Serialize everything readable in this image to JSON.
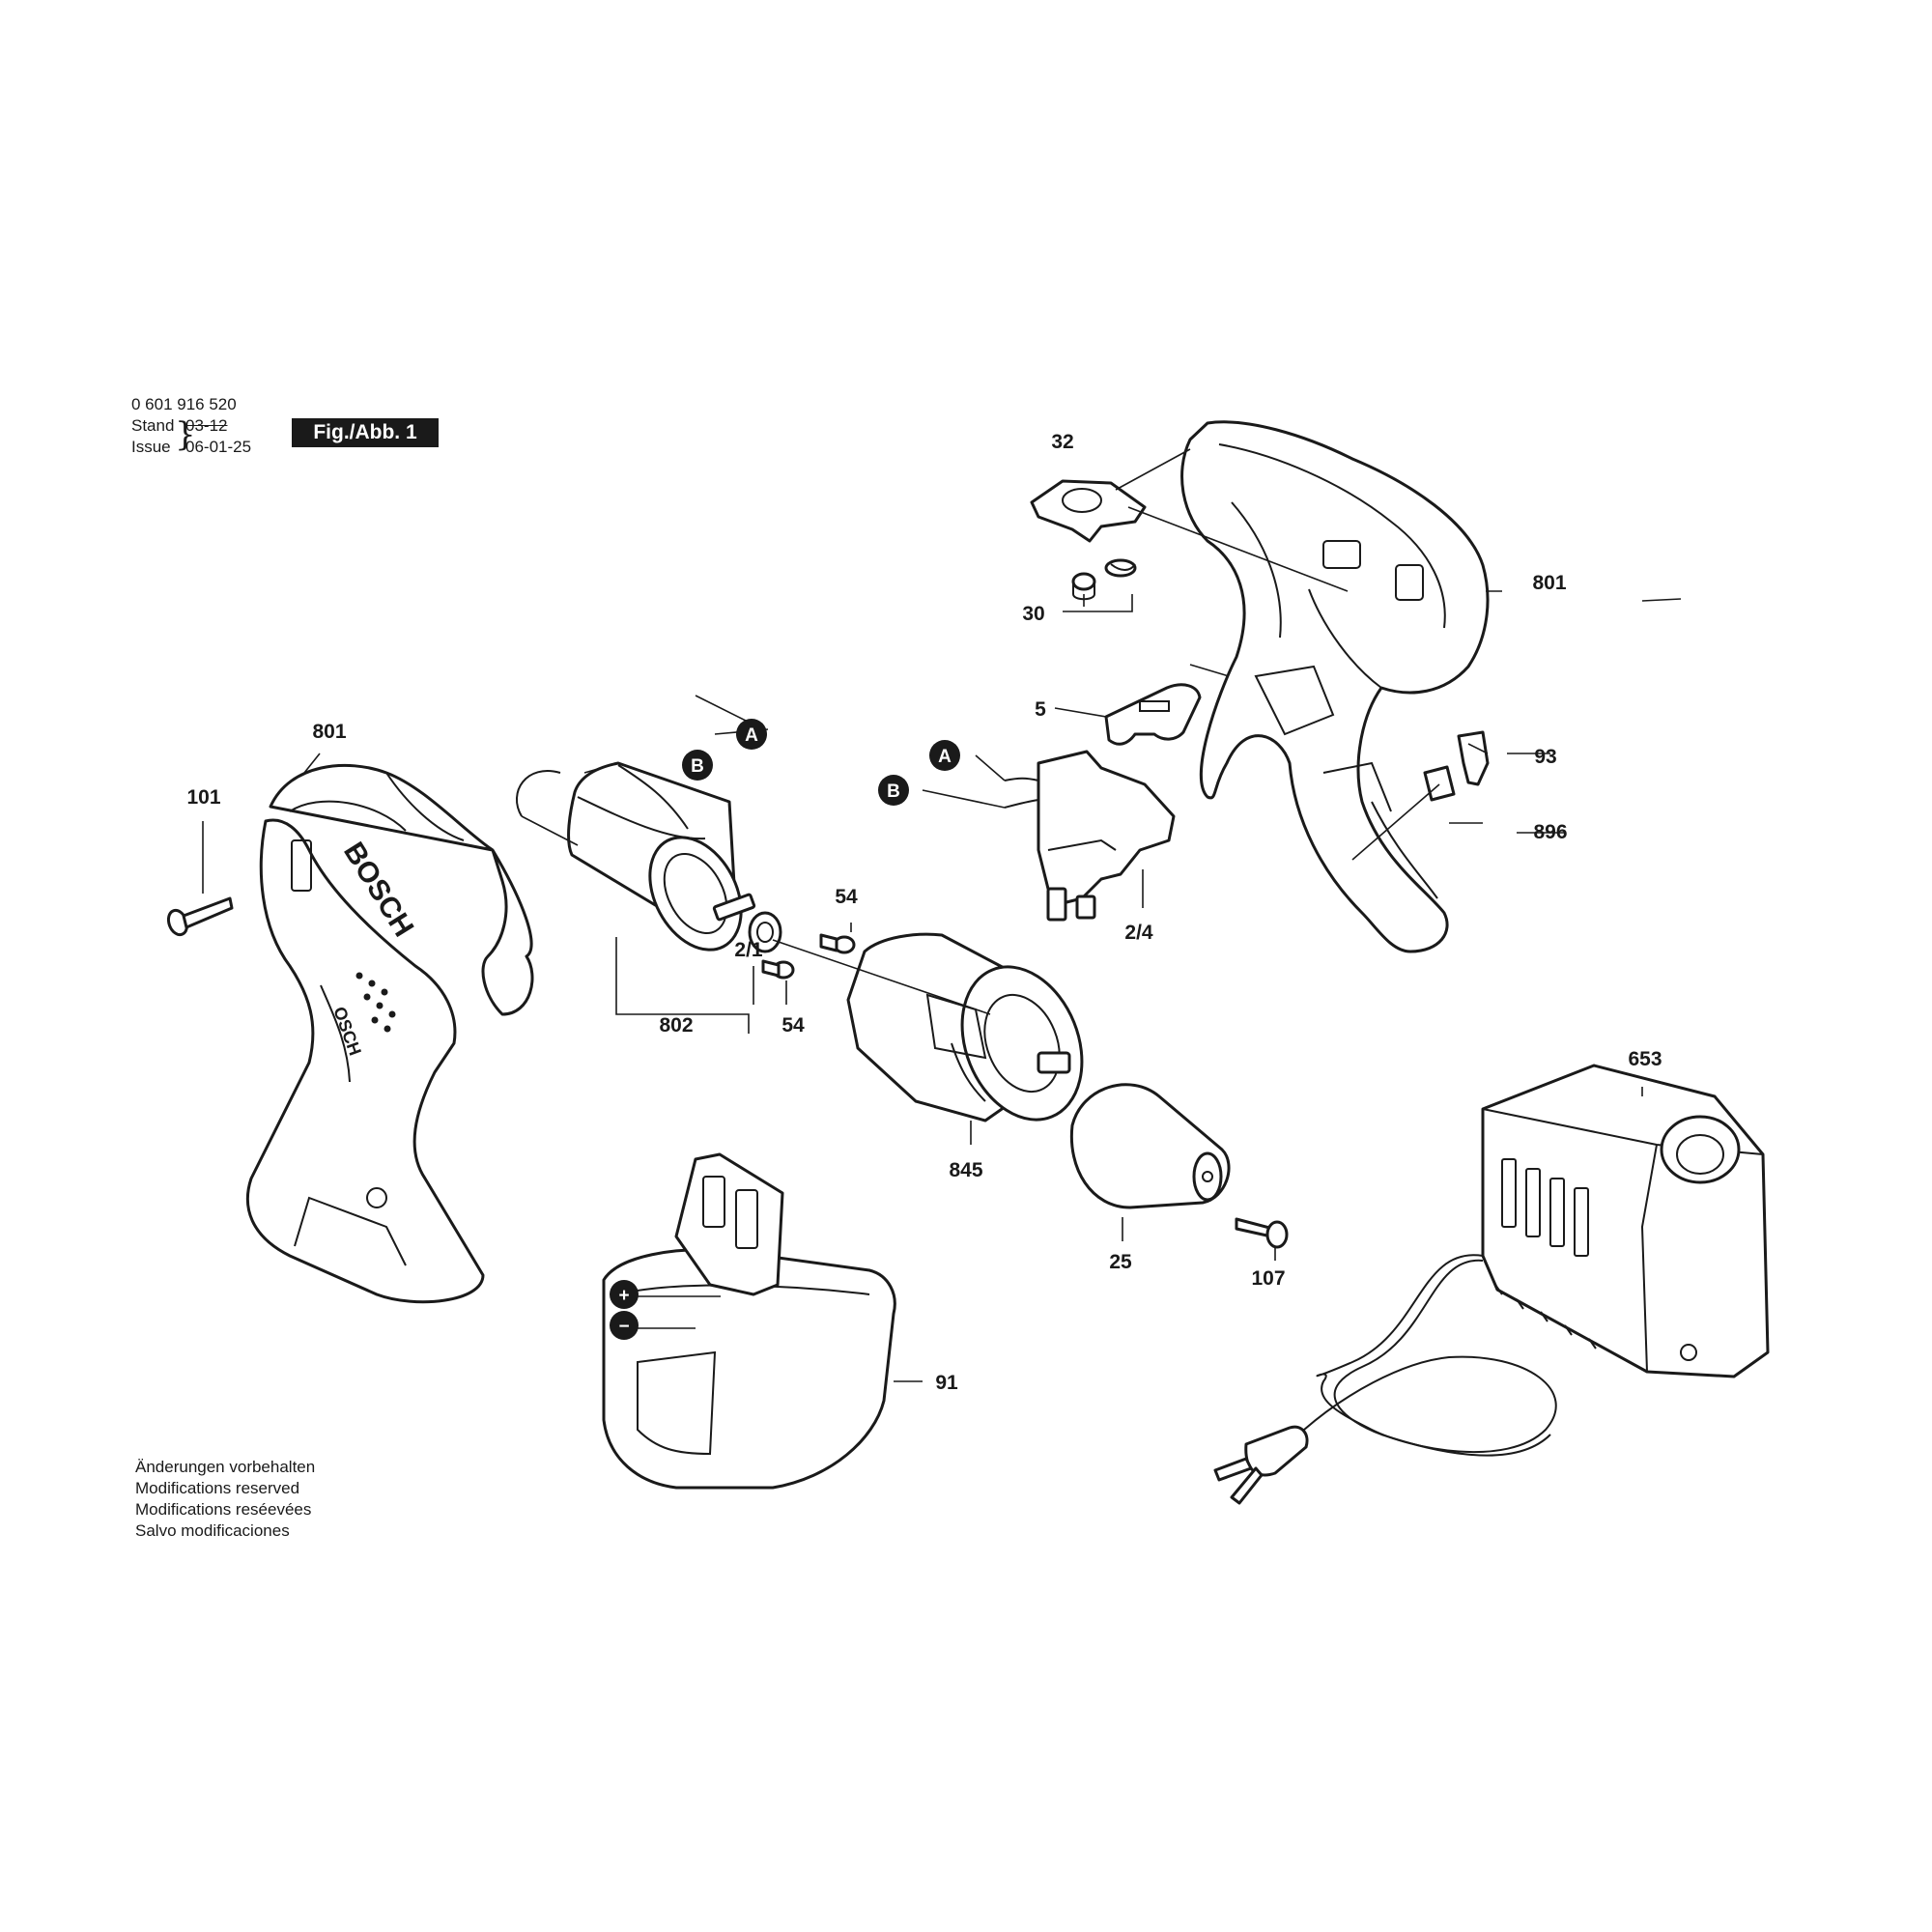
{
  "header": {
    "part_number": "0 601 916 520",
    "stand_label": "Stand",
    "issue_label": "Issue",
    "stand_date": "03-12",
    "issue_date": "06-01-25",
    "figure_label": "Fig./Abb. 1"
  },
  "notes": [
    "Änderungen vorbehalten",
    "Modifications reserved",
    "Modifications reséevées",
    "Salvo modificaciones"
  ],
  "markers": {
    "a": "A",
    "b": "B",
    "plus": "+",
    "minus": "−"
  },
  "callouts": {
    "c32": "32",
    "c30": "30",
    "c801_right": "801",
    "c5": "5",
    "c93": "93",
    "c896": "896",
    "c2_4": "2/4",
    "c801_left": "801",
    "c101": "101",
    "c54_top": "54",
    "c2_1": "2/1",
    "c54_bottom": "54",
    "c802": "802",
    "c845": "845",
    "c25": "25",
    "c107": "107",
    "c653": "653",
    "c91": "91"
  },
  "housing_logo": {
    "brand": "BOSCH",
    "brand_small": "OSCH"
  },
  "colors": {
    "ink": "#1a1a1a",
    "paper": "#ffffff",
    "badge": "#1a1a1a"
  }
}
